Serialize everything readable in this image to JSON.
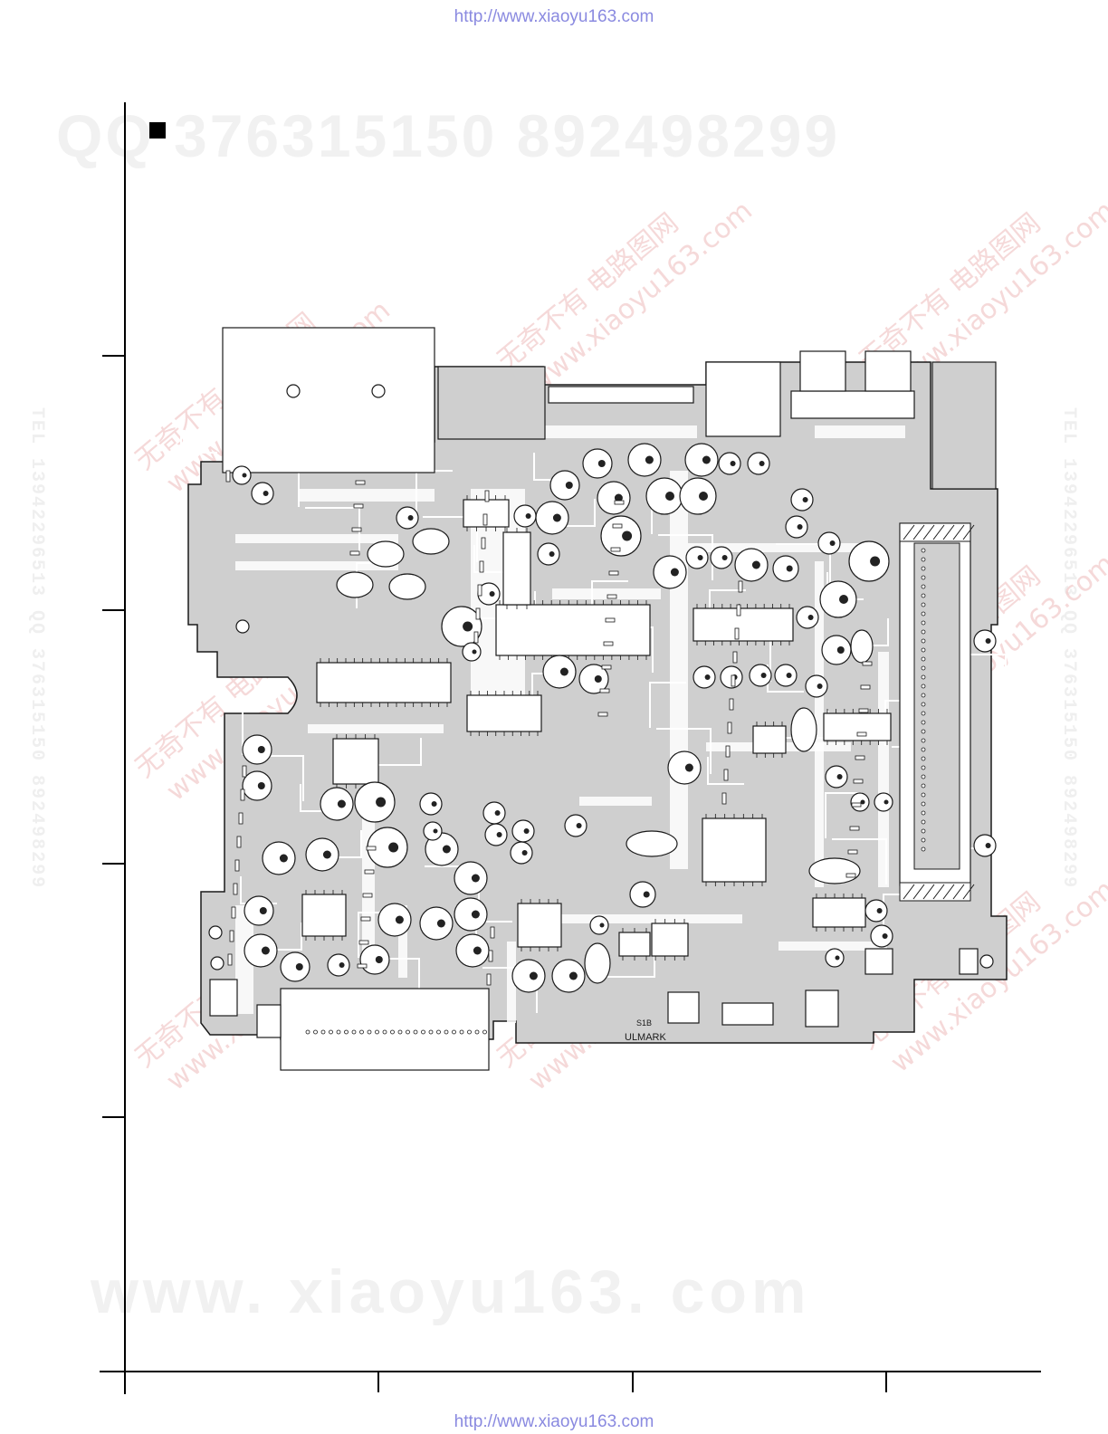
{
  "header": {
    "url": "http://www.xiaoyu163.com"
  },
  "footer": {
    "url": "http://www.xiaoyu163.com"
  },
  "watermarks": {
    "qq": "QQ 376315150   892498299",
    "site": "www. xiaoyu163. com",
    "vertical_left": "TEL 13942296513  QQ 376315150 892498299",
    "vertical_right": "TEL 13942296513  QQ 376315150 892498299",
    "overlay_cn": "无奇不有 电路图网",
    "overlay_url": "www.xiaoyu163.com"
  },
  "board": {
    "labels": {
      "mark_a": "S1B",
      "mark_b": "ULMARK"
    }
  },
  "colors": {
    "copper": "#cfcfcf",
    "outline": "#1a1a1a",
    "url_link": "#8a8ae0",
    "watermark": "#f1f1f1",
    "overlay": "#f2c9c9"
  }
}
